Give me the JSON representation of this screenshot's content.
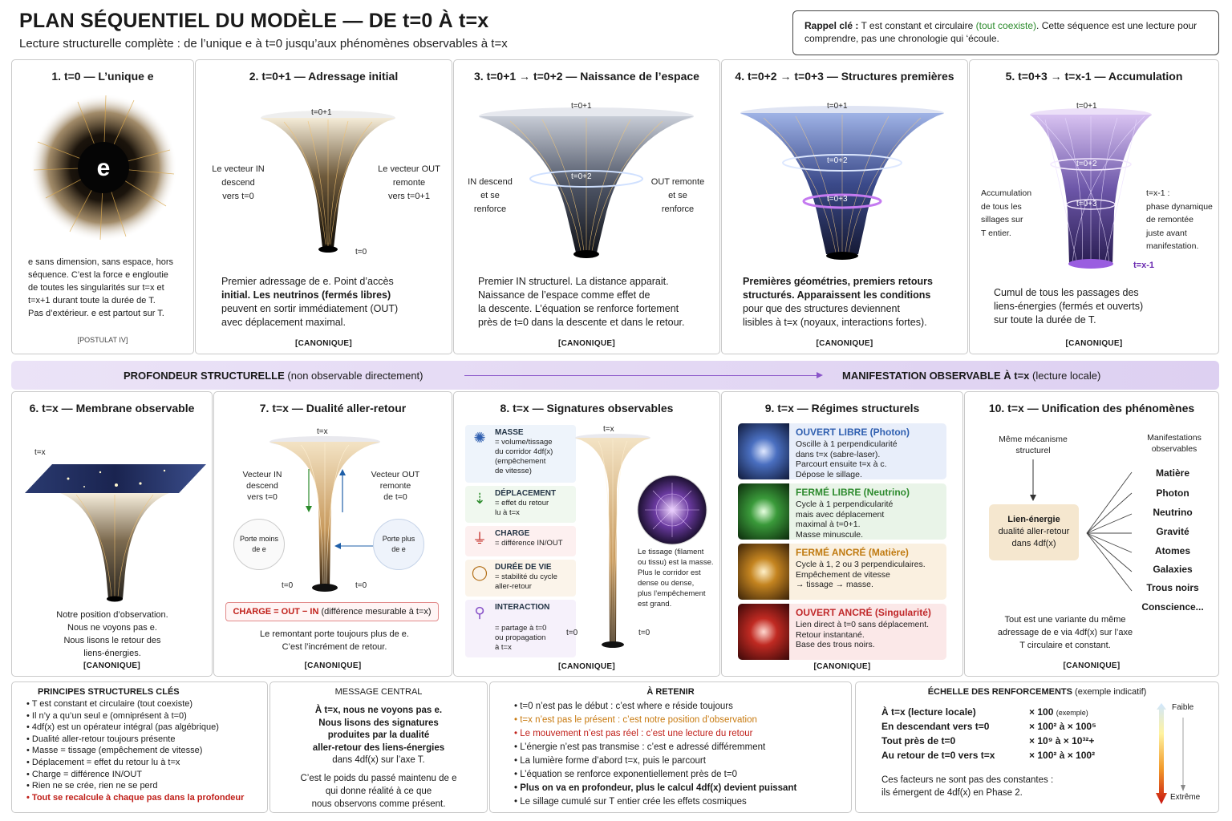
{
  "header": {
    "title": "PLAN SÉQUENTIEL DU MODÈLE — DE t=0 À t=x",
    "subtitle": "Lecture structurelle complète : de l’unique e à t=0 jusqu’aux phénomènes observables à t=x"
  },
  "rappel": {
    "label": "Rappel clé :",
    "text1": "T est constant et circulaire",
    "highlight": "(tout coexiste)",
    "text2": ". Cette séquence est une lecture pour comprendre, pas une chronologie qui ‘écoule."
  },
  "panels": [
    {
      "title": "1. t=0 — L’unique e",
      "glyph": "e",
      "text": [
        "e sans dimension, sans espace, hors",
        "séquence. C’est la force e engloutie",
        "de toutes les singularités sur t=x et",
        "t=x+1 durant toute la durée de T.",
        "Pas d’extérieur. e est partout sur T."
      ],
      "footer": "[POSTULAT IV]"
    },
    {
      "title": "2. t=0+1 — Adressage initial",
      "top_label": "t=0+1",
      "bottom_label": "t=0",
      "left_note": [
        "Le vecteur IN",
        "descend",
        "vers t=0"
      ],
      "right_note": [
        "Le vecteur OUT",
        "remonte",
        "vers t=0+1"
      ],
      "text": [
        "Premier adressage de e. Point d’accès",
        "initial. Les neutrinos (fermés libres)",
        "peuvent en sortir immédiatement (OUT)",
        "avec déplacement maximal."
      ],
      "footer": "[CANONIQUE]"
    },
    {
      "title": "3. t=0+1 → t=0+2 — Naissance de l’espace",
      "top_label": "t=0+1",
      "mid_label": "t=0+2",
      "left_note": [
        "IN descend",
        "et se",
        "renforce"
      ],
      "right_note": [
        "OUT remonte",
        "et se",
        "renforce"
      ],
      "text": [
        "Premier IN structurel. La distance apparait.",
        "Naissance de l’espace comme effet de",
        "la descente. L’équation se renforce fortement",
        "près de t=0 dans la descente et dans le retour."
      ],
      "footer": "[CANONIQUE]"
    },
    {
      "title": "4. t=0+2 → t=0+3 — Structures premières",
      "top_label": "t=0+1",
      "mid_label": "t=0+2",
      "low_label": "t=0+3",
      "text": [
        "Premières géométries, premiers retours",
        "structurés. Apparaissent les conditions",
        "pour que des structures deviennent",
        "lisibles à t=x (noyaux, interactions fortes)."
      ],
      "footer": "[CANONIQUE]"
    },
    {
      "title": "5. t=0+3 → t=x-1 — Accumulation",
      "top_label": "t=0+1",
      "mid_label": "t=0+2",
      "low_label": "t=0+3",
      "bottom_label": "t=x-1",
      "left_note": [
        "Accumulation",
        "de tous les",
        "sillages sur",
        "T entier."
      ],
      "right_note": [
        "t=x-1 :",
        "phase dynamique",
        "de remontée",
        "juste avant",
        "manifestation."
      ],
      "text": [
        "Cumul de tous les passages des",
        "liens-énergies (fermés et ouverts)",
        "sur toute la durée de T."
      ],
      "footer": "[CANONIQUE]"
    },
    {
      "title": "6. t=x — Membrane observable",
      "top_label": "t=x",
      "text": [
        "Notre position d’observation.",
        "Nous ne voyons pas e.",
        "Nous lisons le retour des",
        "liens-énergies."
      ],
      "footer": "[CANONIQUE]"
    },
    {
      "title": "7. t=x — Dualité aller-retour",
      "top_label": "t=x",
      "left_note": [
        "Vecteur IN",
        "descend",
        "vers t=0"
      ],
      "right_note": [
        "Vecteur OUT",
        "remonte",
        "de t=0"
      ],
      "bubble_left": [
        "Porte moins",
        "de e"
      ],
      "bubble_right": [
        "Porte plus",
        "de e"
      ],
      "bottom_left": "t=0",
      "bottom_right": "t=0",
      "charge": "CHARGE = OUT − IN",
      "charge_note": "(différence mesurable à t=x)",
      "text": [
        "Le remontant porte toujours plus de e.",
        "C’est l’incrément de retour."
      ],
      "footer": "[CANONIQUE]"
    },
    {
      "title": "8. t=x — Signatures observables",
      "top_label": "t=x",
      "bottom_left": "t=0",
      "bottom_right": "t=0",
      "signatures": [
        {
          "name": "MASSE",
          "desc": [
            "= volume/tissage",
            "du corridor 4df(x)",
            "(empêchement",
            "de vitesse)"
          ],
          "icon": "mesh-icon"
        },
        {
          "name": "DÉPLACEMENT",
          "desc": [
            "= effet du retour",
            "lu à t=x"
          ],
          "icon": "arrow-down-icon"
        },
        {
          "name": "CHARGE",
          "desc": [
            "= différence IN/OUT"
          ],
          "icon": "charge-icon"
        },
        {
          "name": "DURÉE DE VIE",
          "desc": [
            "= stabilité du cycle",
            "aller-retour"
          ],
          "icon": "ring-icon"
        },
        {
          "name": "INTERACTION",
          "desc": [
            "= partage à t=0",
            "ou propagation",
            "à t=x"
          ],
          "icon": "branch-icon"
        }
      ],
      "side_note": [
        "Le tissage (filament",
        "ou tissu) est la masse.",
        "Plus le corridor est",
        "dense ou dense,",
        "plus l’empêchement",
        "est grand."
      ],
      "footer": "[CANONIQUE]"
    },
    {
      "title": "9. t=x — Régimes structurels",
      "regimes": [
        {
          "name": "OUVERT LIBRE (Photon)",
          "desc": [
            "Oscille à 1 perpendicularité",
            "dans t=x (sabre-laser).",
            "Parcourt ensuite t=x à c.",
            "Dépose le sillage."
          ],
          "color": "#2f5fb0"
        },
        {
          "name": "FERMÉ LIBRE (Neutrino)",
          "desc": [
            "Cycle à 1 perpendicularité",
            "mais avec déplacement",
            "maximal à t=0+1.",
            "Masse minuscule."
          ],
          "color": "#2d8a2d"
        },
        {
          "name": "FERMÉ ANCRÉ (Matière)",
          "desc": [
            "Cycle à 1, 2 ou 3 perpendiculaires.",
            "Empêchement de vitesse",
            "→ tissage → masse."
          ],
          "color": "#c07a10"
        },
        {
          "name": "OUVERT ANCRÉ (Singularité)",
          "desc": [
            "Lien direct à t=0 sans déplacement.",
            "Retour instantané.",
            "Base des trous noirs."
          ],
          "color": "#c0282a"
        }
      ],
      "footer": "[CANONIQUE]"
    },
    {
      "title": "10. t=x — Unification des phénomènes",
      "left_head": [
        "Même mécanisme",
        "structurel"
      ],
      "right_head": [
        "Manifestations",
        "observables"
      ],
      "core": [
        "Lien-énergie",
        "dualité aller-retour",
        "dans 4df(x)"
      ],
      "manifestations": [
        "Matière",
        "Photon",
        "Neutrino",
        "Gravité",
        "Atomes",
        "Galaxies",
        "Trous noirs",
        "Conscience..."
      ],
      "text": [
        "Tout est une variante du même",
        "adressage de e via 4df(x) sur l’axe",
        "T circulaire et constant."
      ],
      "footer": "[CANONIQUE]"
    }
  ],
  "band": {
    "left_bold": "PROFONDEUR STRUCTURELLE",
    "left_rest": "(non observable directement)",
    "right_bold": "MANIFESTATION OBSERVABLE À t=x",
    "right_rest": "(lecture locale)"
  },
  "principes": {
    "title": "PRINCIPES STRUCTURELS CLÉS",
    "items": [
      "T est constant et circulaire (tout coexiste)",
      "Il n’y a qu’un seul e (omniprésent à t=0)",
      "4df(x) est un opérateur intégral (pas algébrique)",
      "Dualité aller-retour toujours présente",
      "Masse = tissage (empêchement de vitesse)",
      "Déplacement = effet du retour lu à t=x",
      "Charge = différence IN/OUT",
      "Rien ne se crée, rien ne se perd"
    ],
    "last": "Tout se recalcule à chaque pas dans la profondeur"
  },
  "message": {
    "title": "MESSAGE CENTRAL",
    "para1": [
      "À t=x, nous ne voyons pas e.",
      "Nous lisons des signatures",
      "produites par la dualité",
      "aller-retour des liens-énergies",
      "dans 4df(x) sur l’axe T."
    ],
    "para2": [
      "C’est le poids du passé maintenu de e",
      "qui donne réalité à ce que",
      "nous observons comme présent."
    ]
  },
  "retenir": {
    "title": "À RETENIR",
    "items": [
      {
        "text": "t=0 n’est pas le début : c’est where e réside toujours",
        "color": "#1a1a1a"
      },
      {
        "text": "t=x n’est pas le présent : c’est notre position d’observation",
        "color": "#c87a10"
      },
      {
        "text": "Le mouvement n’est pas réel : c’est une lecture du retour",
        "color": "#c0201a"
      },
      {
        "text": "L’énergie n’est pas transmise : c’est e adressé différemment",
        "color": "#1a1a1a"
      },
      {
        "text": "La lumière forme d’abord t=x, puis le parcourt",
        "color": "#1a1a1a"
      },
      {
        "text": "L’équation se renforce exponentiellement près de t=0",
        "color": "#1a1a1a"
      },
      {
        "text": "Plus on va en profondeur, plus le calcul 4df(x) devient puissant",
        "color": "#1a1a1a"
      },
      {
        "text": "Le sillage cumulé sur T entier crée les effets cosmiques",
        "color": "#1a1a1a"
      }
    ]
  },
  "echelle": {
    "title": "ÉCHELLE DES RENFORCEMENTS",
    "title_note": "(exemple indicatif)",
    "rows": [
      {
        "label": "À t=x (lecture locale)",
        "value": "× 100",
        "note": "(exemple)"
      },
      {
        "label": "En descendant vers t=0",
        "value": "× 100² à × 100⁵",
        "note": ""
      },
      {
        "label": "Tout près de t=0",
        "value": "× 10⁹ à × 10³²+",
        "note": ""
      },
      {
        "label": "Au retour de t=0 vers t=x",
        "value": "× 100² à × 100²",
        "note": ""
      }
    ],
    "footnote": [
      "Ces facteurs ne sont pas des constantes :",
      "ils émergent de 4df(x) en Phase 2."
    ],
    "scale_top": "Faible",
    "scale_bottom": "Extrême"
  }
}
